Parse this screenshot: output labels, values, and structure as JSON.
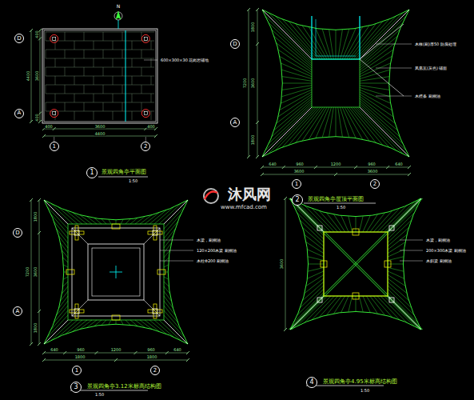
{
  "diagram": {
    "nodes": [
      {
        "text": [
          "1"
        ]
      },
      {
        "text": [
          "2"
        ]
      },
      {
        "text": [
          "3"
        ]
      },
      {
        "text": [
          "4"
        ]
      },
      {
        "text": [
          "D"
        ]
      },
      {
        "text": [
          "A"
        ]
      },
      {
        "text": [
          "1"
        ]
      },
      {
        "text": [
          "2"
        ]
      },
      {
        "text": [
          "D"
        ]
      },
      {
        "text": [
          "A"
        ]
      },
      {
        "text": [
          "1"
        ]
      },
      {
        "text": [
          "2"
        ]
      },
      {
        "text": [
          "D"
        ]
      },
      {
        "text": [
          "A"
        ]
      },
      {
        "text": [
          "1"
        ]
      },
      {
        "text": [
          "2"
        ]
      }
    ],
    "labels": [
      "N",
      "600×300×30 花岗岩铺地",
      "400",
      "3600",
      "400",
      "4400",
      "400",
      "3600",
      "400",
      "4400",
      "景观四角亭平面图",
      "1:50",
      "1800",
      "3600",
      "1800",
      "7200",
      "640",
      "960",
      "1200",
      "960",
      "640",
      "3600",
      "3600",
      "木椽(刷)厚50 防腐处理",
      "凤凰瓦(灰色) 铺面",
      "木檩条 刷桐油",
      "景观四角亭屋顶平面图",
      "1:50",
      "1800",
      "3600",
      "1800",
      "7200",
      "640",
      "960",
      "1200",
      "960",
      "640",
      "1800",
      "1800",
      "木梁，刷桐油",
      "120×200木梁 刷桐油",
      "木柱Φ200 刷桐油",
      "景观四角亭3.12米标高结构图",
      "1:50",
      "3600",
      "木梁，刷桐油",
      "200×300木梁 刷桐油",
      "木斜梁 刷桐油",
      "景观四角亭4.95米标高结构图",
      "1:50",
      "沐风网",
      "www.mfcad.com"
    ]
  }
}
